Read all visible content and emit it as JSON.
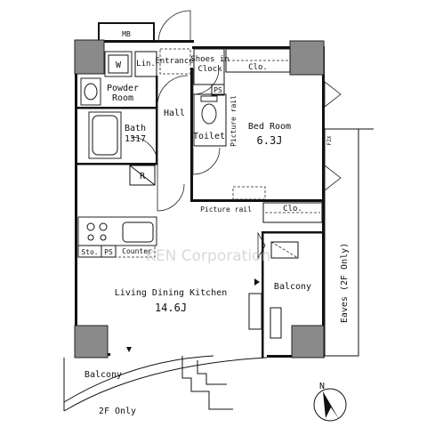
{
  "labels": {
    "mb": "MB",
    "w": "W",
    "lin": "Lin.",
    "entrance": "Entrance",
    "shoes_in_clock": [
      "Shoes in",
      "Clock"
    ],
    "ps_top": "PS",
    "clo_top": "Clo.",
    "powder_room": [
      "Powder",
      "Room"
    ],
    "bath": [
      "Bath",
      "1317"
    ],
    "hall": "Hall",
    "toilet": "Toilet",
    "picture_rail_vertical": "Picture rail",
    "bed_room": "Bed Room",
    "bed_room_size": "6.3J",
    "fix": "FIX",
    "r": "R",
    "picture_rail_horizontal": "Picture rail",
    "clo_bottom": "Clo.",
    "sto": "Sto.",
    "ps_bottom": "PS",
    "counter": "Counter",
    "watermark": "KEN Corporation",
    "eaves": "Eaves (2F Only)",
    "balcony_right": "Balcony",
    "ldk": "Living Dining Kitchen",
    "ldk_size": "14.6J",
    "balcony_bottom": "Balcony",
    "two_f_only": "2F Only",
    "north": "N"
  }
}
